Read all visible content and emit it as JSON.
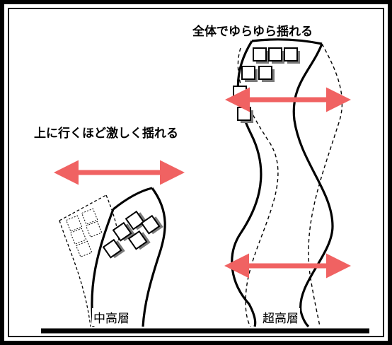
{
  "labels": {
    "top_right": "全体でゆらゆら揺れる",
    "left": "上に行くほど激しく揺れる",
    "mid_rise": "中高層",
    "super_high_rise": "超高層"
  },
  "colors": {
    "arrow": "#f06262",
    "outline": "#000000",
    "window_shadow": "#7a7a7a"
  }
}
